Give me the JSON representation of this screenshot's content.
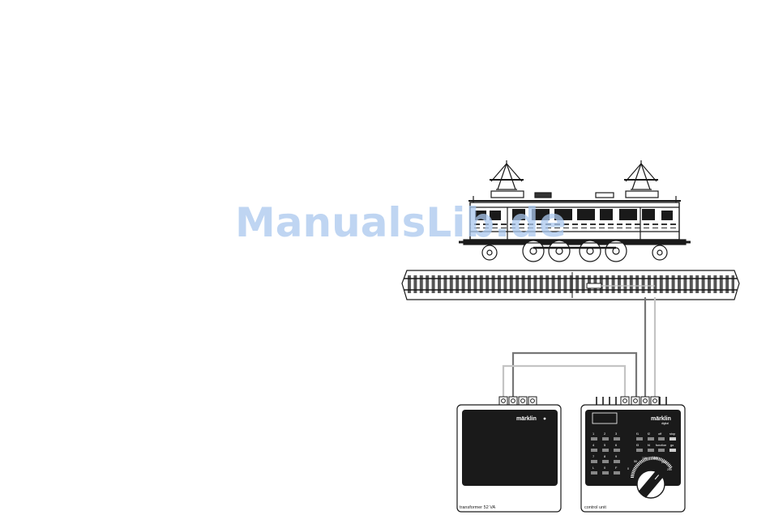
{
  "watermark": "ManualsLib.de",
  "transformer": {
    "brand": "märklin",
    "label": "transformer 52 VA"
  },
  "control_unit": {
    "brand": "märklin",
    "brand_sub": "digital",
    "label": "control unit",
    "keypad": [
      "1",
      "2",
      "3",
      "4",
      "5",
      "6",
      "7",
      "8",
      "9",
      "L",
      "0",
      "F"
    ],
    "function_labels": [
      "f1",
      "f2",
      "off",
      "stop",
      "f3",
      "f4",
      "function",
      "go"
    ],
    "dial_scale": [
      "0",
      "50",
      "100",
      "150",
      "200",
      "250"
    ]
  },
  "colors": {
    "line": "#1a1a1a",
    "panel": "#1a1a1a",
    "housing": "#ffffff",
    "wire_dark": "#777777",
    "wire_light": "#c4c4c4",
    "watermark": "#aac8ee"
  }
}
